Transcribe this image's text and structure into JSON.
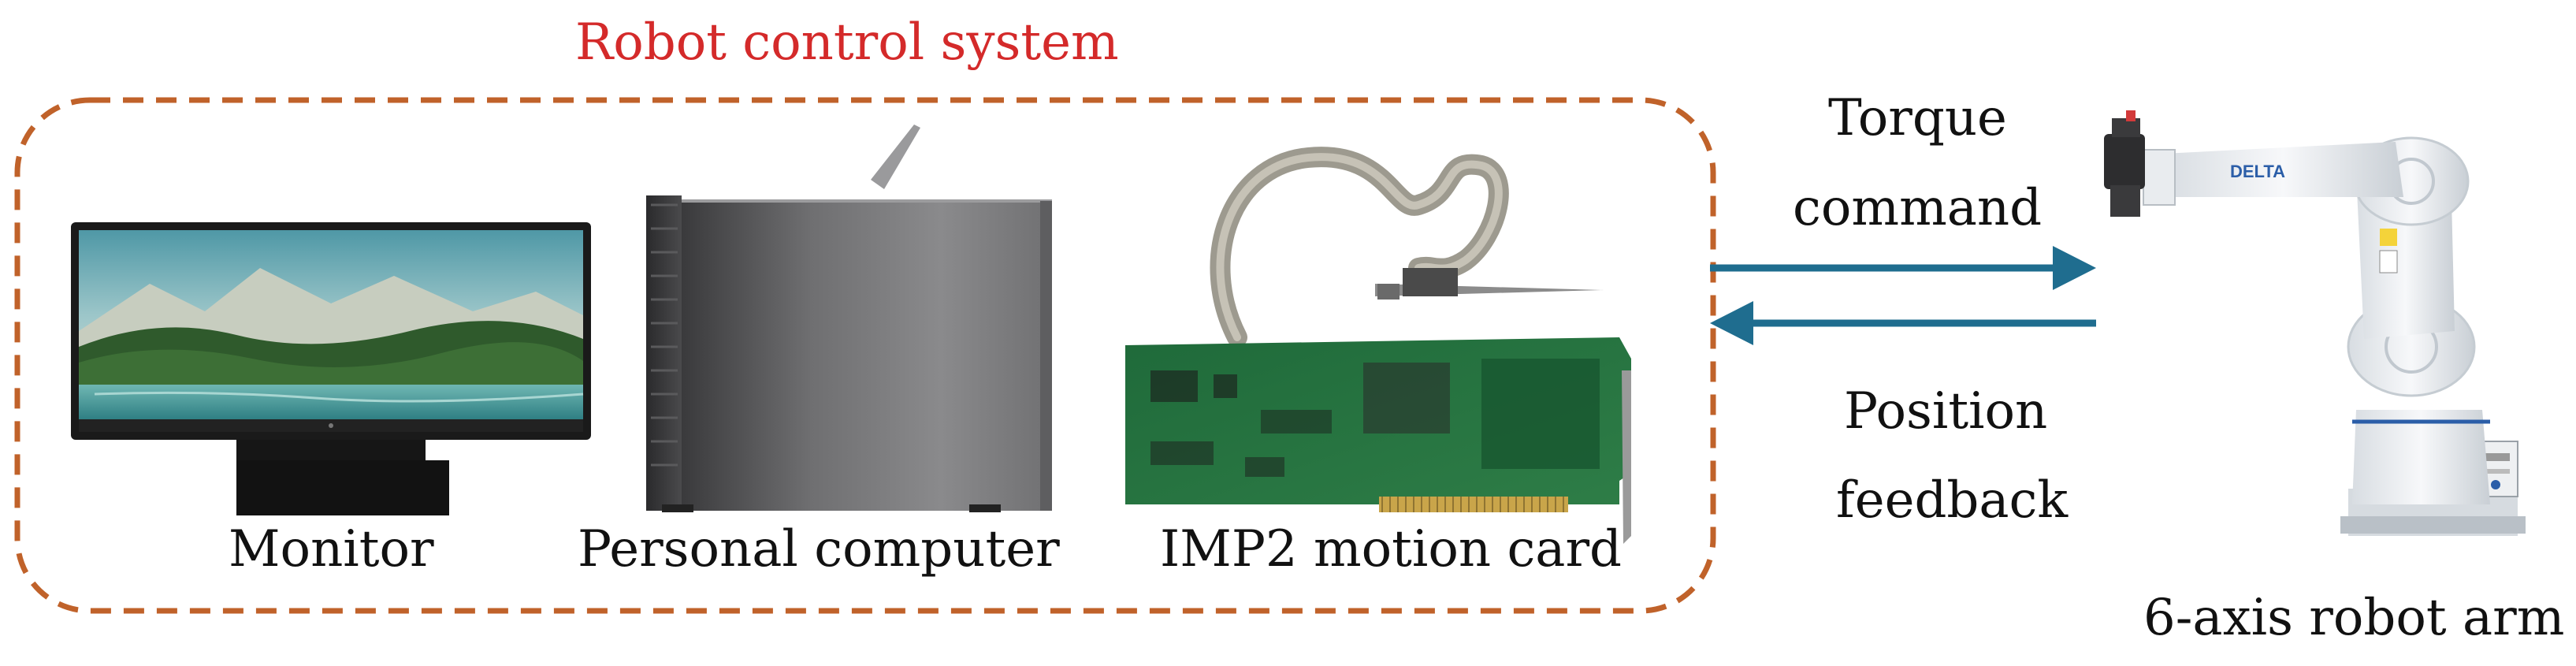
{
  "title": "Robot control system",
  "components": {
    "monitor": "Monitor",
    "pc": "Personal computer",
    "card": "IMP2 motion card",
    "robot": "6-axis robot arm"
  },
  "signals": {
    "torque_line1": "Torque",
    "torque_line2": "command",
    "position_line1": "Position",
    "position_line2": "feedback"
  },
  "robot_brand": "DELTA",
  "colors": {
    "title": "#d42a2a",
    "dashed_border": "#c0622a",
    "arrow": "#1f6d8f",
    "text": "#111111"
  }
}
